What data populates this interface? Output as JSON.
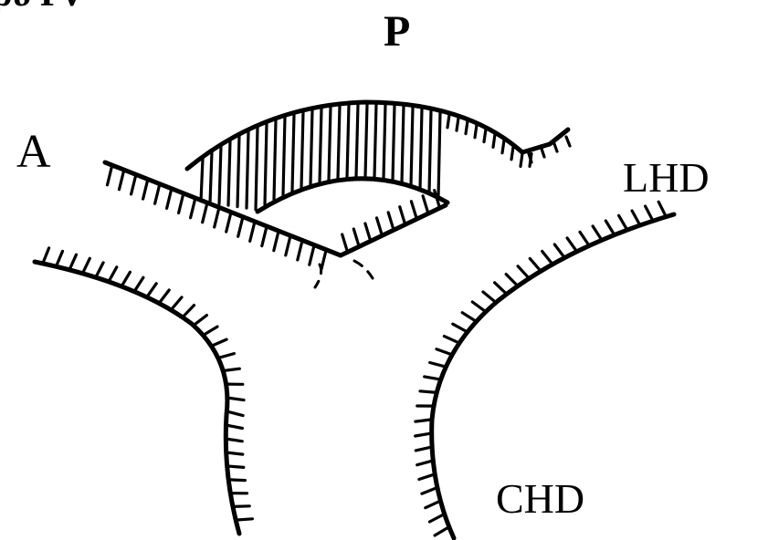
{
  "labels": {
    "corner": "ρυ Γν",
    "posterior": "P",
    "anterior": "A",
    "left_hepatic_duct": "LHD",
    "common_hepatic_duct": "CHD"
  },
  "colors": {
    "ink": "#000000",
    "background": "#ffffff"
  }
}
